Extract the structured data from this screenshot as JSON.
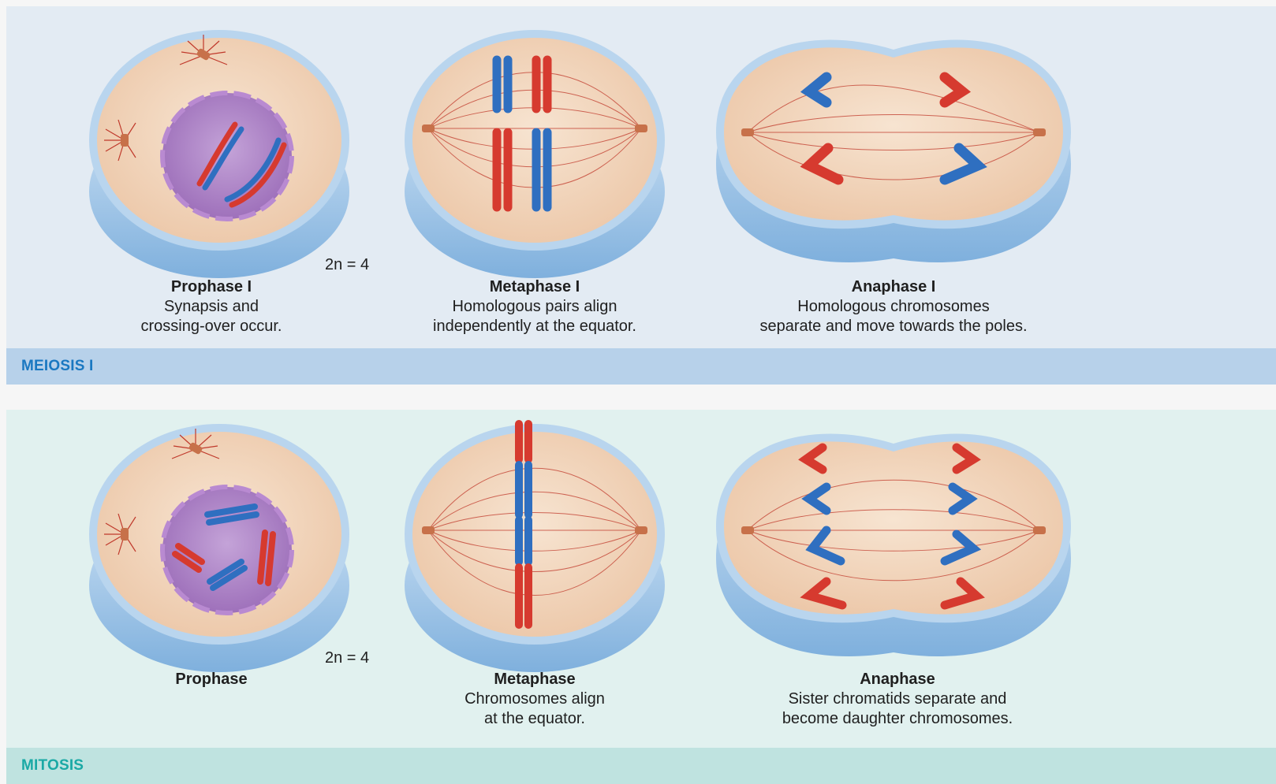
{
  "meiosis": {
    "band_label": "MEIOSIS I",
    "ploidy": "2n = 4",
    "stages": [
      {
        "title": "Prophase I",
        "desc1": "Synapsis and",
        "desc2": "crossing-over occur."
      },
      {
        "title": "Metaphase I",
        "desc1": "Homologous pairs align",
        "desc2": "independently at the equator."
      },
      {
        "title": "Anaphase I",
        "desc1": "Homologous chromosomes",
        "desc2": "separate and move towards the poles."
      }
    ]
  },
  "mitosis": {
    "band_label": "MITOSIS",
    "ploidy": "2n = 4",
    "stages": [
      {
        "title": "Prophase",
        "desc1": "",
        "desc2": ""
      },
      {
        "title": "Metaphase",
        "desc1": "Chromosomes align",
        "desc2": "at the equator."
      },
      {
        "title": "Anaphase",
        "desc1": "Sister chromatids separate and",
        "desc2": "become daughter chromosomes."
      }
    ]
  },
  "colors": {
    "maternal_chromosome": "#d63a2f",
    "paternal_chromosome": "#2f6fc0",
    "cytoplasm": "#f2d8bf",
    "cell_wall": "#a9cbe9",
    "nucleus": "#a57bbf",
    "spindle": "#c0392b"
  }
}
